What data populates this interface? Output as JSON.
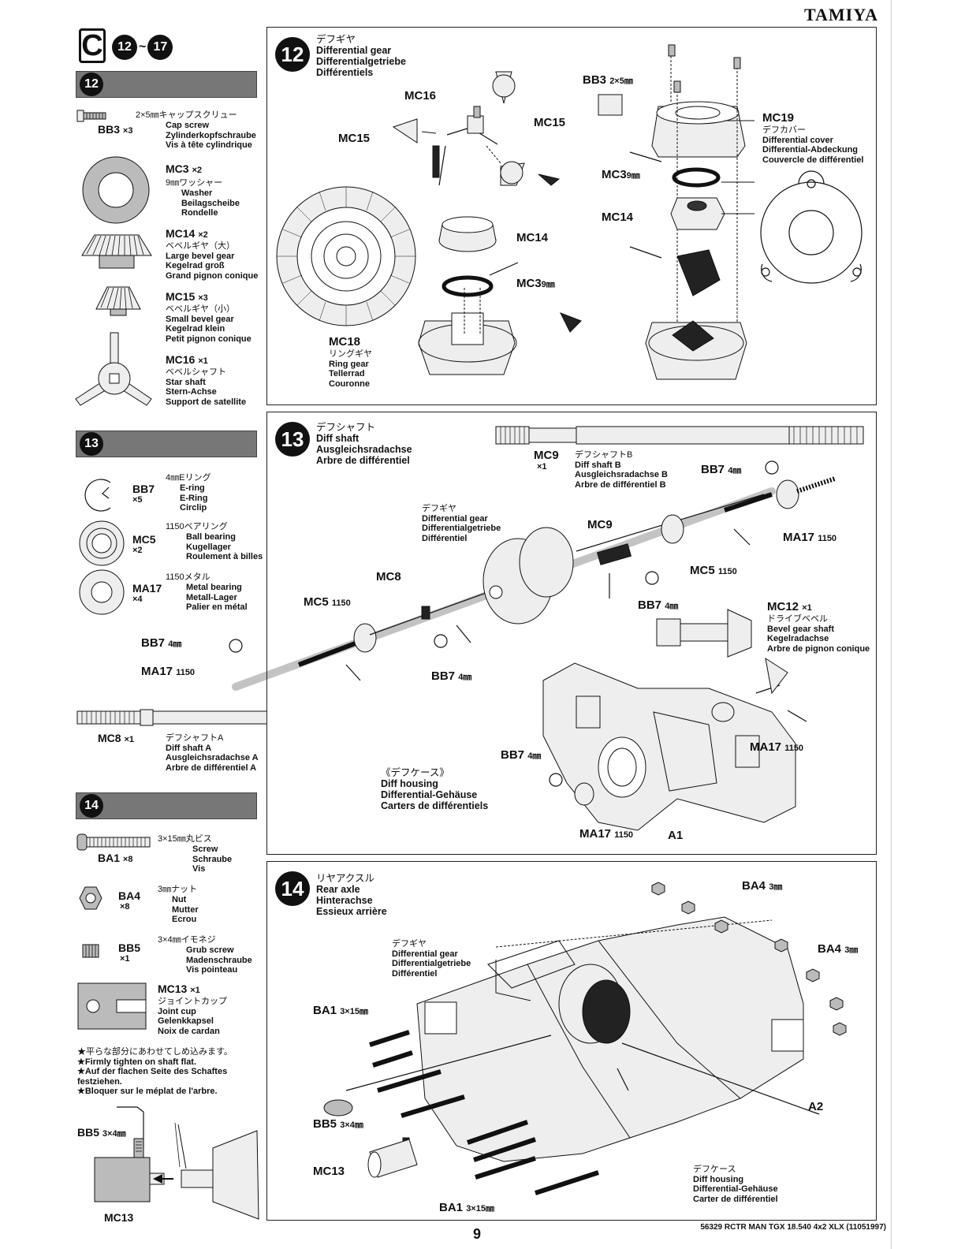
{
  "brand": "TAMIYA",
  "section": {
    "letter": "C",
    "from": "12",
    "tilde": "~",
    "to": "17"
  },
  "left_bars": {
    "step12": "12",
    "step13": "13",
    "step14": "14"
  },
  "parts12": {
    "bb3": {
      "jp": "2×5㎜キャップスクリュー",
      "en": "Cap screw",
      "de": "Zylinderkopfschraube",
      "fr": "Vis à tête cylindrique",
      "code": "BB3",
      "qty": "×3"
    },
    "mc3": {
      "code": "MC3",
      "qty": "×2",
      "jp": "9㎜ワッシャー",
      "en": "Washer",
      "de": "Beilagscheibe",
      "fr": "Rondelle"
    },
    "mc14": {
      "code": "MC14",
      "qty": "×2",
      "jp": "ベベルギヤ（大）",
      "en": "Large bevel gear",
      "de": "Kegelrad groß",
      "fr": "Grand pignon conique"
    },
    "mc15": {
      "code": "MC15",
      "qty": "×3",
      "jp": "ベベルギヤ（小）",
      "en": "Small bevel gear",
      "de": "Kegelrad klein",
      "fr": "Petit pignon conique"
    },
    "mc16": {
      "code": "MC16",
      "qty": "×1",
      "jp": "ベベルシャフト",
      "en": "Star shaft",
      "de": "Stern-Achse",
      "fr": "Support de satellite"
    }
  },
  "parts13": {
    "bb7": {
      "code": "BB7",
      "qty": "×5",
      "jp": "4㎜Eリング",
      "en": "E-ring",
      "de": "E-Ring",
      "fr": "Circlip"
    },
    "mc5": {
      "code": "MC5",
      "qty": "×2",
      "jp": "1150ベアリング",
      "en": "Ball bearing",
      "de": "Kugellager",
      "fr": "Roulement à billes"
    },
    "ma17": {
      "code": "MA17",
      "qty": "×4",
      "jp": "1150メタル",
      "en": "Metal bearing",
      "de": "Metall-Lager",
      "fr": "Palier en métal"
    },
    "mc8": {
      "code": "MC8",
      "qty": "×1",
      "jp": "デフシャフトA",
      "en": "Diff shaft A",
      "de": "Ausgleichsradachse A",
      "fr": "Arbre de différentiel A"
    }
  },
  "parts14": {
    "ba1": {
      "code": "BA1",
      "qty": "×8",
      "jp": "3×15㎜丸ビス",
      "en": "Screw",
      "de": "Schraube",
      "fr": "Vis"
    },
    "ba4": {
      "code": "BA4",
      "qty": "×8",
      "jp": "3㎜ナット",
      "en": "Nut",
      "de": "Mutter",
      "fr": "Ecrou"
    },
    "bb5": {
      "code": "BB5",
      "qty": "×1",
      "jp": "3×4㎜イモネジ",
      "en": "Grub screw",
      "de": "Madenschraube",
      "fr": "Vis pointeau"
    },
    "mc13": {
      "code": "MC13",
      "qty": "×1",
      "jp": "ジョイントカップ",
      "en": "Joint cup",
      "de": "Gelenkkapsel",
      "fr": "Noix de cardan"
    }
  },
  "note": {
    "jp": "★平らな部分にあわせてしめ込みます。",
    "en": "★Firmly tighten on shaft flat.",
    "de1": "★Auf der flachen Seite des Schaftes",
    "de2": "festziehen.",
    "fr": "★Bloquer sur le méplat de l'arbre.",
    "bb5": "BB5",
    "bb5size": "3×4㎜",
    "mc13": "MC13"
  },
  "step12": {
    "num": "12",
    "jp": "デフギヤ",
    "en": "Differential gear",
    "de": "Differentialgetriebe",
    "fr": "Différentiels",
    "mc16": "MC16",
    "mc15a": "MC15",
    "mc15b": "MC15",
    "mc14": "MC14",
    "mc3": "MC3",
    "mc3size": "9㎜",
    "mc18": "MC18",
    "mc18jp": "リングギヤ",
    "mc18en": "Ring gear",
    "mc18de": "Tellerrad",
    "mc18fr": "Couronne",
    "bb3": "BB3",
    "bb3size": "2×5㎜",
    "mc19": "MC19",
    "mc19jp": "デフカバー",
    "mc19en": "Differential cover",
    "mc19de": "Differential-Abdeckung",
    "mc19fr": "Couvercle de différentiel",
    "mc3b": "MC3",
    "mc3bsize": "9㎜",
    "mc14b": "MC14"
  },
  "step13": {
    "num": "13",
    "jp": "デフシャフト",
    "en": "Diff shaft",
    "de": "Ausgleichsradachse",
    "fr": "Arbre de différentiel",
    "mc9": "MC9",
    "mc9qty": "×1",
    "mc9jp": "デフシャフトB",
    "mc9en": "Diff shaft B",
    "mc9de": "Ausgleichsradachse B",
    "mc9fr": "Arbre de différentiel B",
    "diffjp": "デフギヤ",
    "diffen": "Differential gear",
    "diffde": "Differentialgetriebe",
    "difffr": "Différentiel",
    "bb7a": "BB7",
    "bb7asize": "4㎜",
    "ma17a": "MA17",
    "ma17asize": "1150",
    "mc9b": "MC9",
    "mc5a": "MC5",
    "mc5asize": "1150",
    "bb7b": "BB7",
    "bb7bsize": "4㎜",
    "mc8": "MC8",
    "mc5b": "MC5",
    "mc5bsize": "1150",
    "bb7c": "BB7",
    "bb7csize": "4㎜",
    "ma17b": "MA17",
    "ma17bsize": "1150",
    "bb7d": "BB7",
    "bb7dsize": "4㎜",
    "mc12": "MC12",
    "mc12qty": "×1",
    "mc12jp": "ドライブベベル",
    "mc12en": "Bevel gear shaft",
    "mc12de": "Kegelradachse",
    "mc12fr": "Arbre de pignon conique",
    "ma17c": "MA17",
    "ma17csize": "1150",
    "housingjp": "《デフケース》",
    "housingen": "Diff housing",
    "housingde": "Differential-Gehäuse",
    "housingfr": "Carters de différentiels",
    "bb7e": "BB7",
    "bb7esize": "4㎜",
    "ma17d": "MA17",
    "ma17dsize": "1150",
    "a1": "A1"
  },
  "step14": {
    "num": "14",
    "jp": "リヤアクスル",
    "en": "Rear axle",
    "de": "Hinterachse",
    "fr": "Essieux arrière",
    "ba4a": "BA4",
    "ba4asize": "3㎜",
    "ba4b": "BA4",
    "ba4bsize": "3㎜",
    "diffjp": "デフギヤ",
    "diffen": "Differential gear",
    "diffde": "Differentialgetriebe",
    "difffr": "Différentiel",
    "ba1a": "BA1",
    "ba1asize": "3×15㎜",
    "bb5": "BB5",
    "bb5size": "3×4㎜",
    "mc13": "MC13",
    "housingjp": "デフケース",
    "housingen": "Diff housing",
    "housingde": "Differential-Gehäuse",
    "housingfr": "Carter de différentiel",
    "ba1b": "BA1",
    "ba1bsize": "3×15㎜",
    "a2": "A2"
  },
  "footer": "56329 RCTR MAN TGX 18.540 4x2 XLX (11051997)",
  "page_number": "9"
}
